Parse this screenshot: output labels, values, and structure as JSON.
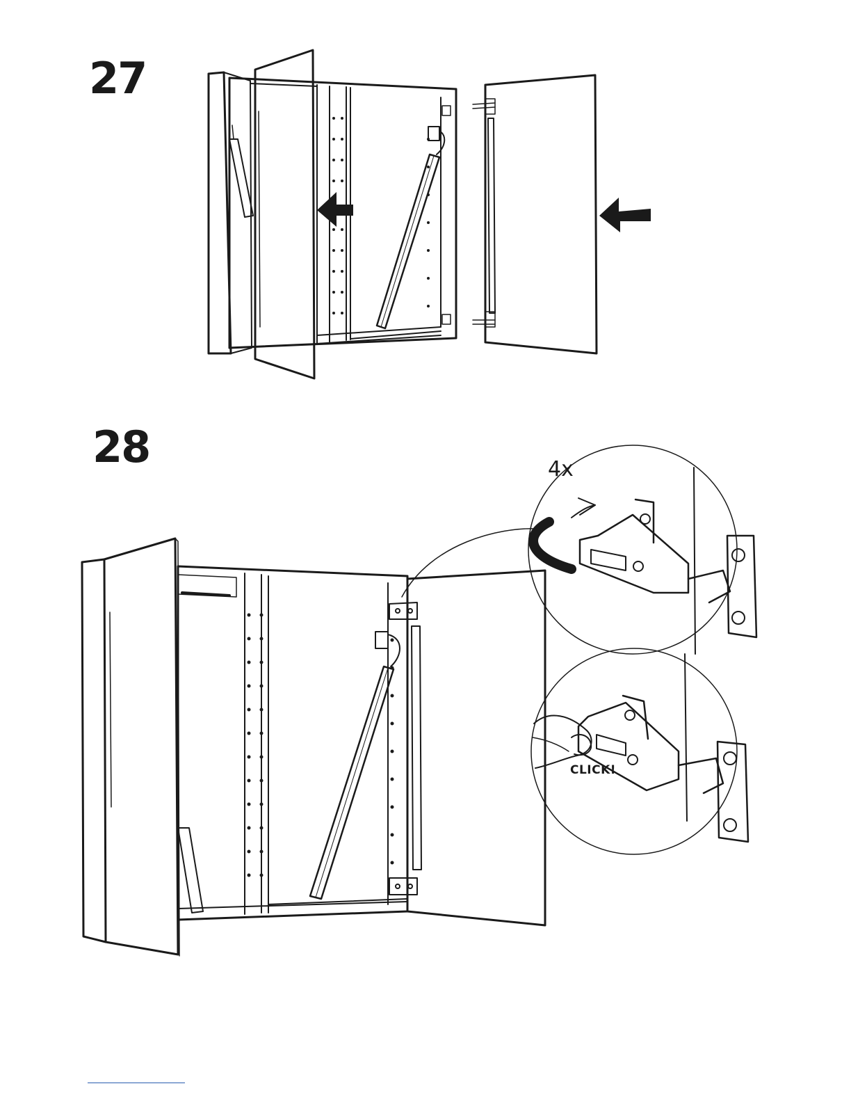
{
  "steps": [
    {
      "number": "27"
    },
    {
      "number": "28",
      "quantity": "4x",
      "sound": "CLICK!"
    }
  ],
  "colors": {
    "ink": "#1a1a1a",
    "paper": "#ffffff",
    "footer_rule": "#2a5db0"
  },
  "icons": [
    "push-arrow-icon",
    "rotate-arrow-icon",
    "hinge-icon",
    "hand-icon"
  ]
}
